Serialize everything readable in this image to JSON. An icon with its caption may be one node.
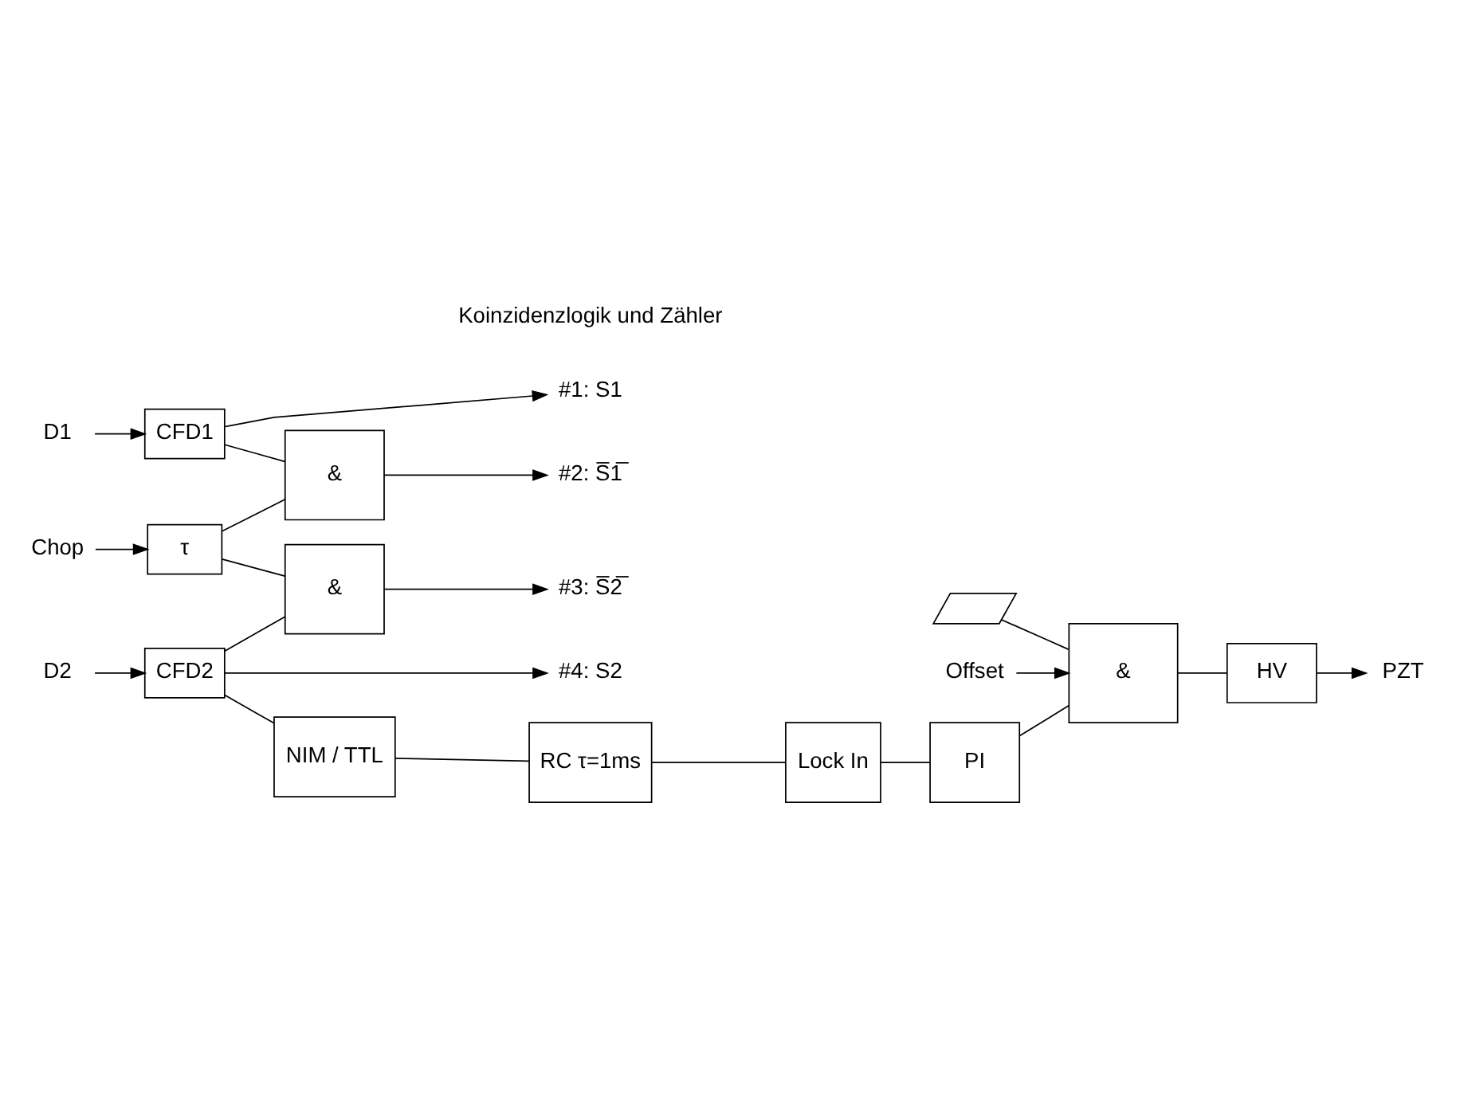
{
  "diagram": {
    "nodes": [
      {
        "text": [
          "D1"
        ]
      },
      {
        "text": [
          "CFD1"
        ]
      },
      {
        "text": [
          "#1: S1"
        ]
      },
      {
        "text": [
          "&"
        ]
      },
      {
        "text": [
          "#2: S̅1̅"
        ]
      },
      {
        "text": [
          "Chop"
        ]
      },
      {
        "text": [
          "τ"
        ]
      },
      {
        "text": [
          "&"
        ]
      },
      {
        "text": [
          "#3: S̅2̅"
        ]
      },
      {
        "text": [
          "D2"
        ]
      },
      {
        "text": [
          "CFD2"
        ]
      },
      {
        "text": [
          "#4: S2"
        ]
      },
      {
        "text": [
          "NIM / TTL"
        ]
      },
      {
        "text": [
          "RC τ=1ms"
        ]
      },
      {
        "text": [
          "Lock In"
        ]
      },
      {
        "text": [
          "PI"
        ]
      },
      {
        "text": [],
        "shape": "picture"
      },
      {
        "text": [
          "Offset"
        ]
      },
      {
        "text": [
          "&"
        ]
      },
      {
        "text": [
          "HV"
        ]
      },
      {
        "text": [
          "PZT"
        ]
      }
    ],
    "edges": [
      {
        "from": 0,
        "to": 1,
        "arrow": "to"
      },
      {
        "from": 1,
        "to": 2,
        "arrow": "to"
      },
      {
        "from": 1,
        "to": 3,
        "arrow": "none"
      },
      {
        "from": 6,
        "to": 3,
        "arrow": "none"
      },
      {
        "from": 3,
        "to": 4,
        "arrow": "to"
      },
      {
        "from": 5,
        "to": 6,
        "arrow": "to"
      },
      {
        "from": 6,
        "to": 7,
        "arrow": "none"
      },
      {
        "from": 10,
        "to": 7,
        "arrow": "none"
      },
      {
        "from": 7,
        "to": 8,
        "arrow": "to"
      },
      {
        "from": 9,
        "to": 10,
        "arrow": "to"
      },
      {
        "from": 10,
        "to": 11,
        "arrow": "to"
      },
      {
        "from": 10,
        "to": 12,
        "arrow": "none"
      },
      {
        "from": 12,
        "to": 13,
        "arrow": "none"
      },
      {
        "from": 13,
        "to": 14,
        "arrow": "none"
      },
      {
        "from": 14,
        "to": 15,
        "arrow": "none"
      },
      {
        "from": 15,
        "to": 18,
        "arrow": "none"
      },
      {
        "from": 16,
        "to": 18,
        "arrow": "none"
      },
      {
        "from": 17,
        "to": 18,
        "arrow": "to"
      },
      {
        "from": 18,
        "to": 19,
        "arrow": "none"
      },
      {
        "from": 19,
        "to": 20,
        "arrow": "to"
      }
    ],
    "labels": [
      "Koinzidenzlogik und Zähler"
    ]
  }
}
